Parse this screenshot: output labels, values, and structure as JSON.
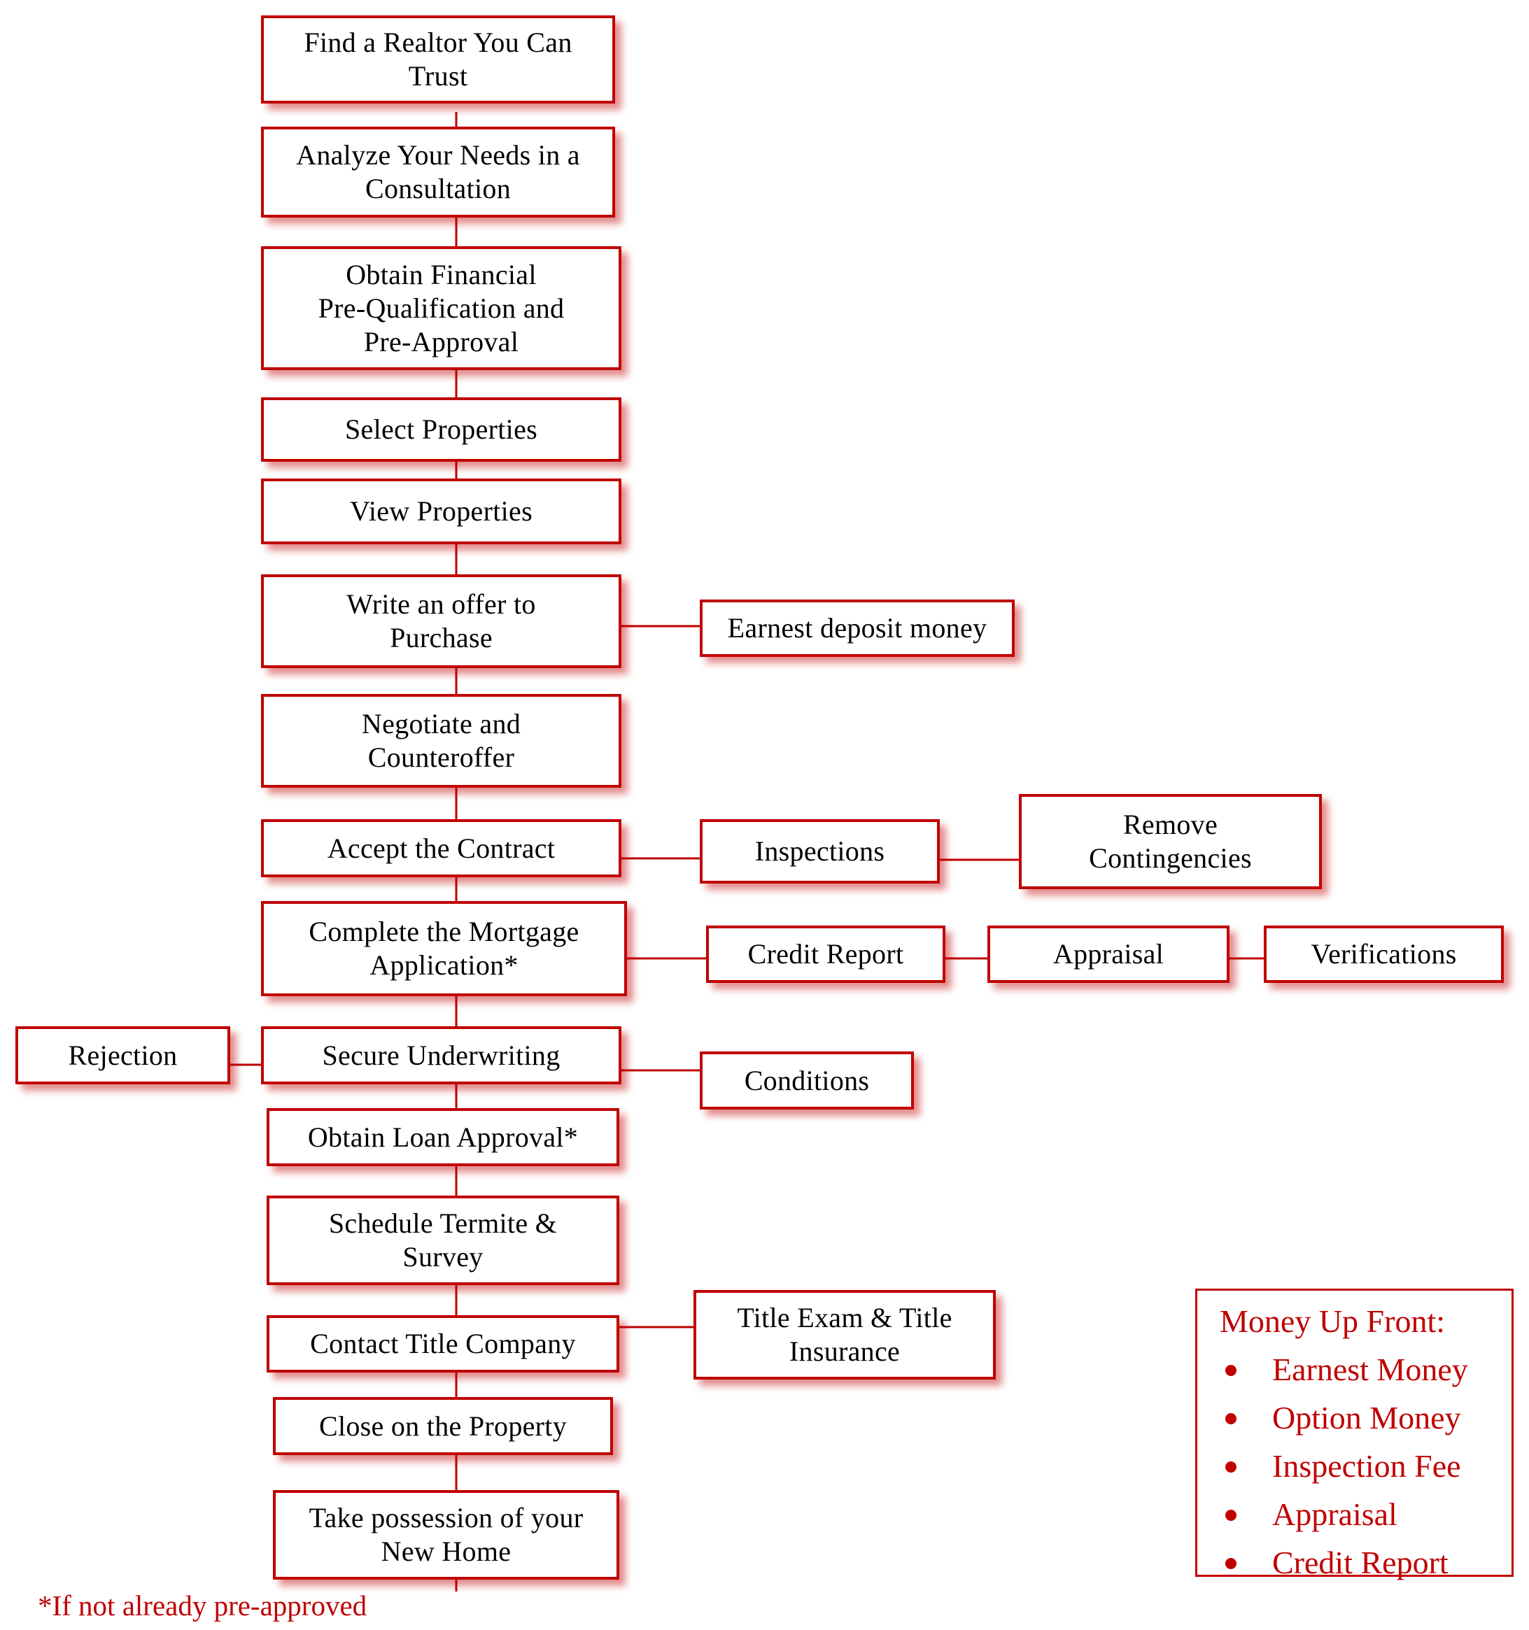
{
  "steps": [
    {
      "id": "find_realtor",
      "text": "Find a Realtor You Can\nTrust"
    },
    {
      "id": "analyze_needs",
      "text": "Analyze Your Needs in a\nConsultation"
    },
    {
      "id": "obtain_financial",
      "text": "Obtain Financial\nPre-Qualification and\nPre-Approval"
    },
    {
      "id": "select_properties",
      "text": "Select Properties"
    },
    {
      "id": "view_properties",
      "text": "View Properties"
    },
    {
      "id": "write_offer",
      "text": "Write an offer to\nPurchase"
    },
    {
      "id": "negotiate",
      "text": "Negotiate and\nCounteroffer"
    },
    {
      "id": "accept_contract",
      "text": "Accept the Contract"
    },
    {
      "id": "mortgage_app",
      "text": "Complete the Mortgage\nApplication*"
    },
    {
      "id": "underwriting",
      "text": "Secure Underwriting"
    },
    {
      "id": "loan_approval",
      "text": "Obtain Loan Approval*"
    },
    {
      "id": "termite_survey",
      "text": "Schedule Termite &\nSurvey"
    },
    {
      "id": "title_company",
      "text": "Contact Title Company"
    },
    {
      "id": "close_property",
      "text": "Close on the Property"
    },
    {
      "id": "possession",
      "text": "Take possession of your\nNew Home"
    }
  ],
  "branches": {
    "earnest_deposit": "Earnest deposit money",
    "inspections": "Inspections",
    "remove_contingencies": "Remove\nContingencies",
    "credit_report": "Credit Report",
    "appraisal": "Appraisal",
    "verifications": "Verifications",
    "rejection": "Rejection",
    "conditions": "Conditions",
    "title_exam": "Title Exam & Title\nInsurance"
  },
  "legend": {
    "title": "Money Up Front:",
    "items": [
      "Earnest Money",
      "Option Money",
      "Inspection Fee",
      "Appraisal",
      "Credit Report"
    ]
  },
  "footnote": "*If not already pre-approved",
  "colors": {
    "accent": "#c00000"
  }
}
